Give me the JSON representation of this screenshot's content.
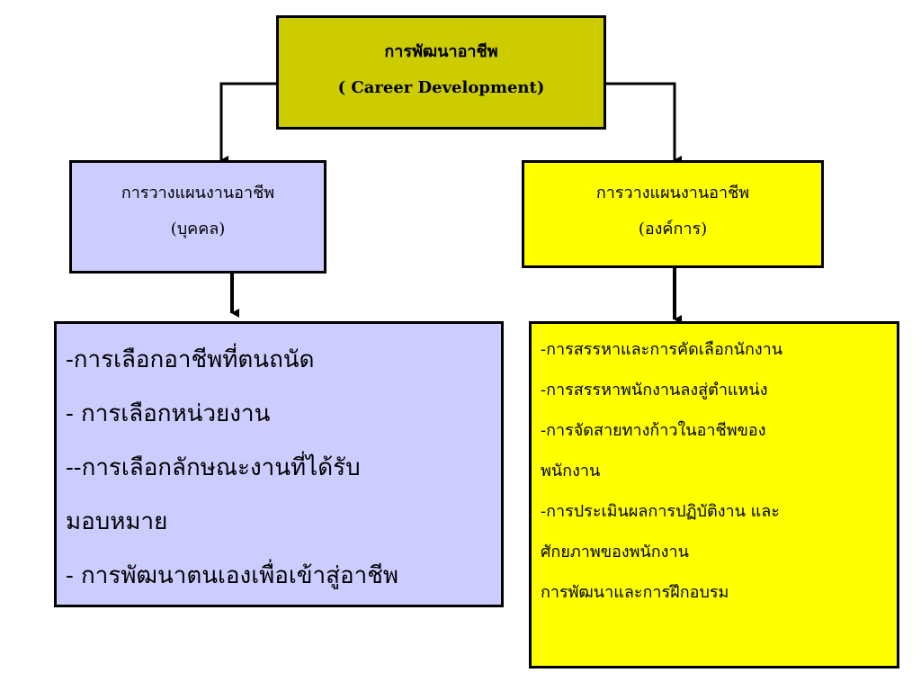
{
  "root": {
    "title": "การพัฒนาอาชีพ",
    "subtitle": "( Career Development)"
  },
  "left_branch": {
    "title": "การวางแผนงานอาชีพ",
    "subtitle": "(บุคคล)",
    "items": [
      "-การเลือกอาชีพที่ตนถนัด",
      "- การเลือกหน่วยงาน",
      "--การเลือกลักษณะงานที่ได้รับ",
      "มอบหมาย",
      "- การพัฒนาตนเองเพื่อเข้าสู่อาชีพ"
    ]
  },
  "right_branch": {
    "title": "การวางแผนงานอาชีพ",
    "subtitle": "(องค์การ)",
    "items": [
      "-การสรรหาและการคัดเลือกนักงาน",
      "-การสรรหาพนักงานลงสู่ตำแหน่ง",
      "-การจัดสายทางก้าวในอาชีพของ",
      "พนักงาน",
      "-การประเมินผลการปฏิบัติงาน และ",
      " ศักยภาพของพนักงาน",
      "การพัฒนาและการฝึกอบรม"
    ]
  },
  "colors": {
    "root_fill": "#cccc00",
    "left_fill": "#ccccff",
    "right_fill": "#ffff00",
    "border": "#000000"
  }
}
